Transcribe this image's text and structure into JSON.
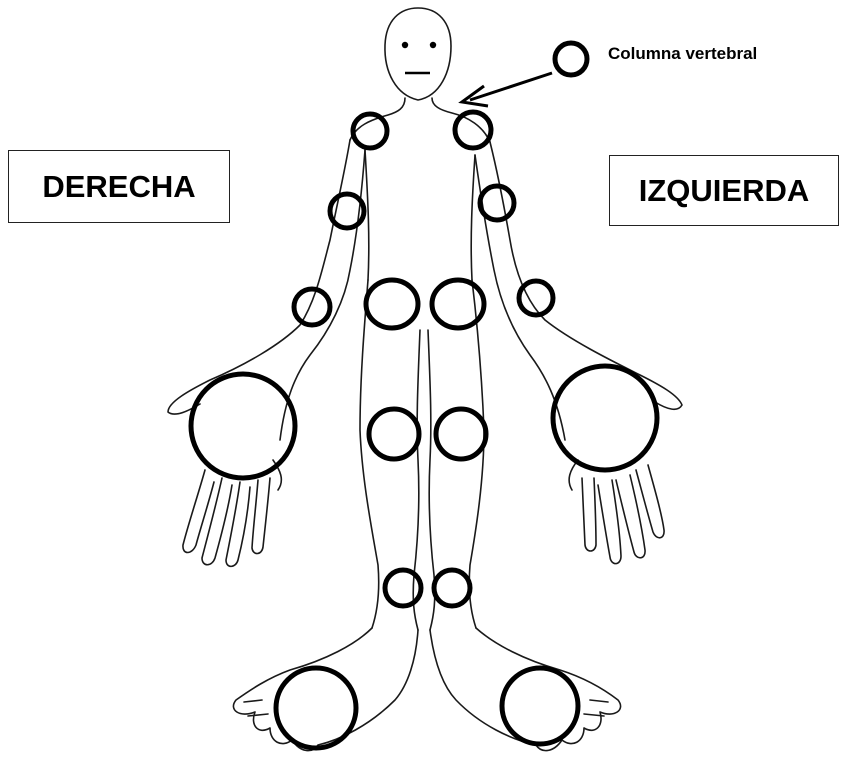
{
  "labels": {
    "right_side": "DERECHA",
    "left_side": "IZQUIERDA",
    "spine": "Columna vertebral"
  },
  "colors": {
    "outline": "#1a1a1a",
    "joint_stroke": "#000000",
    "background": "#ffffff"
  }
}
